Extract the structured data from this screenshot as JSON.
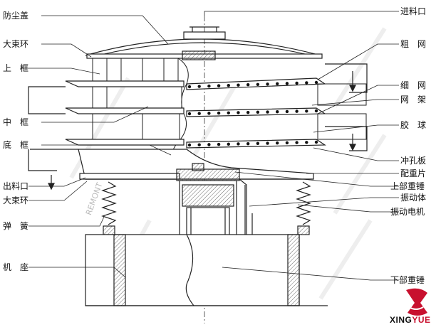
{
  "labels_left": [
    {
      "key": "dust_cover",
      "text": "防尘盖"
    },
    {
      "key": "big_ring_top",
      "text": "大束环"
    },
    {
      "key": "upper_frame",
      "text": "上　框"
    },
    {
      "key": "middle_frame",
      "text": "中　框"
    },
    {
      "key": "bottom_frame",
      "text": "底　框"
    },
    {
      "key": "outlet",
      "text": "出料口"
    },
    {
      "key": "big_ring_bottom",
      "text": "大束环"
    },
    {
      "key": "spring",
      "text": "弹　簧"
    },
    {
      "key": "base",
      "text": "机　座"
    }
  ],
  "labels_right": [
    {
      "key": "inlet",
      "text": "进料口"
    },
    {
      "key": "coarse_mesh",
      "text": "粗　网"
    },
    {
      "key": "fine_mesh",
      "text": "细　网"
    },
    {
      "key": "mesh_frame",
      "text": "网　架"
    },
    {
      "key": "rubber_ball",
      "text": "胶　球"
    },
    {
      "key": "punch_plate",
      "text": "冲孔板"
    },
    {
      "key": "counterweight_plate",
      "text": "配重片"
    },
    {
      "key": "upper_weight",
      "text": "上部重锤"
    },
    {
      "key": "vibrator",
      "text": "振动体"
    },
    {
      "key": "vibration_motor",
      "text": "振动电机"
    },
    {
      "key": "lower_weight",
      "text": "下部重锤"
    }
  ],
  "watermark": {
    "brand": "REMONT"
  },
  "logo": {
    "text_main": "XING",
    "text_accent": "YUE",
    "accent_color": "#c8102e"
  }
}
